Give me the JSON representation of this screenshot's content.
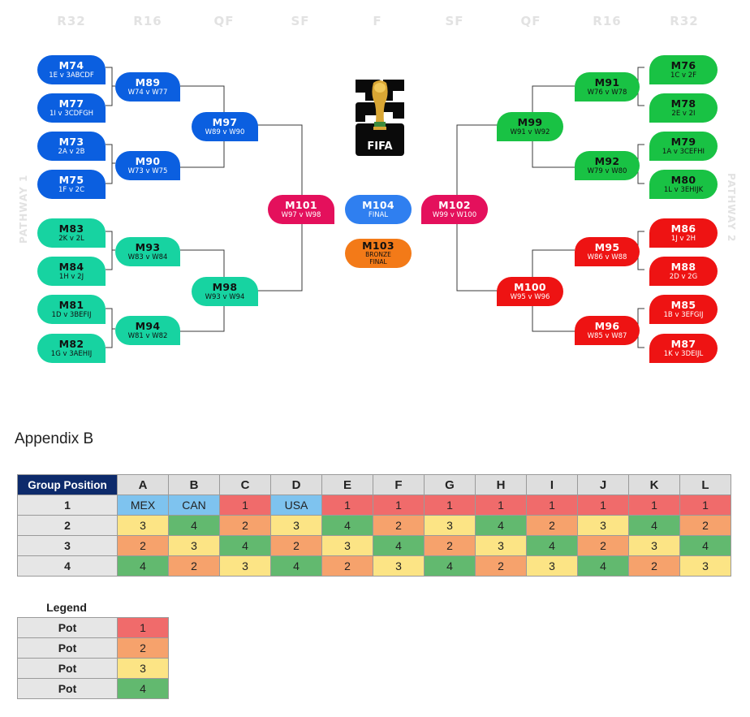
{
  "rounds_left": [
    "R32",
    "R16",
    "QF",
    "SF"
  ],
  "round_final": "F",
  "rounds_right": [
    "SF",
    "QF",
    "R16",
    "R32"
  ],
  "pathways": {
    "left": "PATHWAY 1",
    "right": "PATHWAY 2"
  },
  "logo": {
    "text": "FIFA",
    "mark": "26"
  },
  "matches": {
    "m74": {
      "code": "M74",
      "sub": "1E v 3ABCDF"
    },
    "m77": {
      "code": "M77",
      "sub": "1I v 3CDFGH"
    },
    "m73": {
      "code": "M73",
      "sub": "2A v 2B"
    },
    "m75": {
      "code": "M75",
      "sub": "1F v 2C"
    },
    "m83": {
      "code": "M83",
      "sub": "2K v 2L"
    },
    "m84": {
      "code": "M84",
      "sub": "1H v 2J"
    },
    "m81": {
      "code": "M81",
      "sub": "1D v 3BEFIJ"
    },
    "m82": {
      "code": "M82",
      "sub": "1G v 3AEHIJ"
    },
    "m89": {
      "code": "M89",
      "sub": "W74 v W77"
    },
    "m90": {
      "code": "M90",
      "sub": "W73 v W75"
    },
    "m93": {
      "code": "M93",
      "sub": "W83 v W84"
    },
    "m94": {
      "code": "M94",
      "sub": "W81 v W82"
    },
    "m97": {
      "code": "M97",
      "sub": "W89 v W90"
    },
    "m98": {
      "code": "M98",
      "sub": "W93 v W94"
    },
    "m101": {
      "code": "M101",
      "sub": "W97 v W98"
    },
    "m104": {
      "code": "M104",
      "sub": "FINAL"
    },
    "m103": {
      "code": "M103",
      "sub": "BRONZE",
      "sub2": "FINAL"
    },
    "m102": {
      "code": "M102",
      "sub": "W99 v W100"
    },
    "m99": {
      "code": "M99",
      "sub": "W91 v W92"
    },
    "m100": {
      "code": "M100",
      "sub": "W95 v W96"
    },
    "m91": {
      "code": "M91",
      "sub": "W76 v W78"
    },
    "m92": {
      "code": "M92",
      "sub": "W79 v W80"
    },
    "m95": {
      "code": "M95",
      "sub": "W86 v W88"
    },
    "m96": {
      "code": "M96",
      "sub": "W85 v W87"
    },
    "m76": {
      "code": "M76",
      "sub": "1C v 2F"
    },
    "m78": {
      "code": "M78",
      "sub": "2E v 2I"
    },
    "m79": {
      "code": "M79",
      "sub": "1A v 3CEFHI"
    },
    "m80": {
      "code": "M80",
      "sub": "1L v 3EHIJK"
    },
    "m86": {
      "code": "M86",
      "sub": "1J v 2H"
    },
    "m88": {
      "code": "M88",
      "sub": "2D v 2G"
    },
    "m85": {
      "code": "M85",
      "sub": "1B v 3EFGIJ"
    },
    "m87": {
      "code": "M87",
      "sub": "1K v 3DEIJL"
    }
  },
  "colors": {
    "blue": "#0b5fe0",
    "teal": "#17d3a1",
    "green": "#19c244",
    "red": "#ee1313",
    "pink": "#e4105c",
    "final": "#2f7ff0",
    "bronze": "#f37a18",
    "pot1": "#f06b6b",
    "pot2": "#f6a26c",
    "pot3": "#fce485",
    "pot4": "#62b96f",
    "host": "#7ec3ef",
    "header": "#0d2a6b"
  },
  "appendix_title": "Appendix B",
  "groups_table": {
    "corner": "Group Position",
    "columns": [
      "A",
      "B",
      "C",
      "D",
      "E",
      "F",
      "G",
      "H",
      "I",
      "J",
      "K",
      "L"
    ],
    "rows": [
      {
        "position": "1",
        "cells": [
          "MEX",
          "CAN",
          "1",
          "USA",
          "1",
          "1",
          "1",
          "1",
          "1",
          "1",
          "1",
          "1"
        ]
      },
      {
        "position": "2",
        "cells": [
          "3",
          "4",
          "2",
          "3",
          "4",
          "2",
          "3",
          "4",
          "2",
          "3",
          "4",
          "2"
        ]
      },
      {
        "position": "3",
        "cells": [
          "2",
          "3",
          "4",
          "2",
          "3",
          "4",
          "2",
          "3",
          "4",
          "2",
          "3",
          "4"
        ]
      },
      {
        "position": "4",
        "cells": [
          "4",
          "2",
          "3",
          "4",
          "2",
          "3",
          "4",
          "2",
          "3",
          "4",
          "2",
          "3"
        ]
      }
    ]
  },
  "legend": {
    "title": "Legend",
    "rows": [
      {
        "label": "Pot",
        "value": "1"
      },
      {
        "label": "Pot",
        "value": "2"
      },
      {
        "label": "Pot",
        "value": "3"
      },
      {
        "label": "Pot",
        "value": "4"
      }
    ]
  }
}
